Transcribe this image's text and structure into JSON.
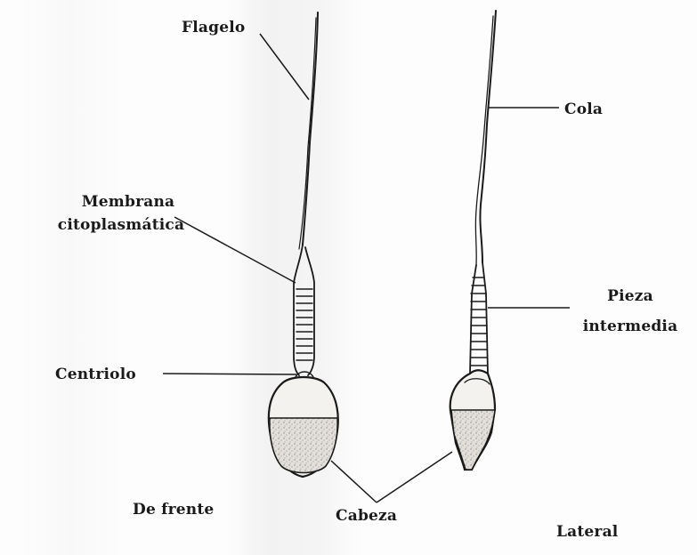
{
  "labels": {
    "flagelo": "Flagelo",
    "cola": "Cola",
    "membrana_line1": "Membrana",
    "membrana_line2": "citoplasmática",
    "pieza_line1": "Pieza",
    "pieza_line2": "intermedia",
    "centriolo": "Centriolo",
    "cabeza": "Cabeza",
    "de_frente": "De frente",
    "lateral": "Lateral"
  },
  "colors": {
    "ink": "#1a1a1a",
    "head_fill": "#d9d6d2",
    "paper": "#fdfdfd"
  }
}
